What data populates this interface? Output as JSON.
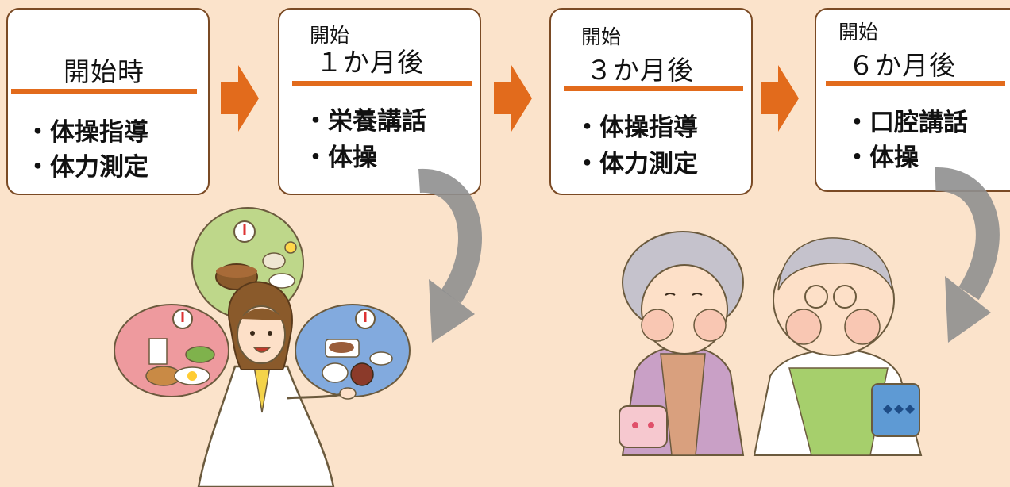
{
  "colors": {
    "background": "#fbe3cb",
    "card_border": "#7a4a24",
    "accent": "#e26b1c",
    "curve_arrow": "#8f8f8f"
  },
  "steps": [
    {
      "prefix": "",
      "title": "開始時",
      "items": [
        "・体操指導",
        "・体力測定"
      ]
    },
    {
      "prefix": "開始",
      "title": "１か月後",
      "items": [
        "・栄養講話",
        "・体操"
      ]
    },
    {
      "prefix": "開始",
      "title": "３か月後",
      "items": [
        "・体操指導",
        "・体力測定"
      ]
    },
    {
      "prefix": "開始",
      "title": "６か月後",
      "items": [
        "・口腔講話",
        "・体操"
      ]
    }
  ],
  "icons": {
    "step_arrow": "orange-right-arrow-icon",
    "return_arrow": "gray-curved-arrow-icon"
  },
  "illustrations": [
    "nutritionist-with-meals-illustration",
    "elderly-couple-mouth-exercise-illustration"
  ]
}
